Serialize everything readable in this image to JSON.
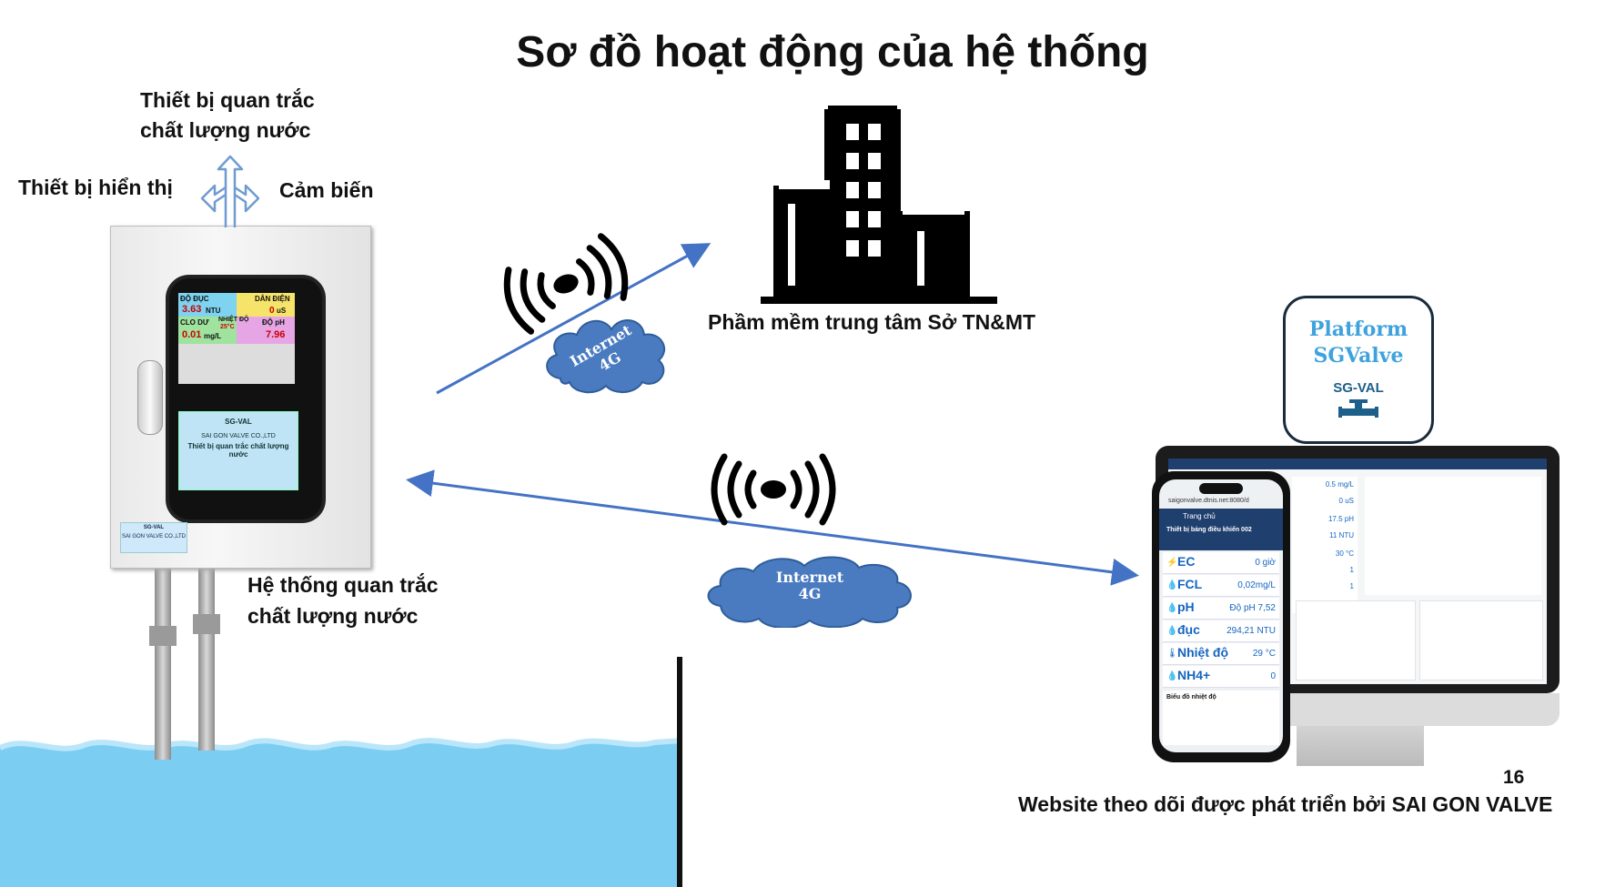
{
  "title": "Sơ đồ hoạt động của hệ thống",
  "labels": {
    "monitoring_device_line1": "Thiết bị quan trắc",
    "monitoring_device_line2": "chất lượng nước",
    "display_device": "Thiết bị hiển thị",
    "sensor": "Cảm biến",
    "system_line1": "Hệ thống quan trắc",
    "system_line2": "chất lượng nước",
    "central_software": "Phầm mềm trung tâm Sở TN&MT",
    "website": "Website theo dõi được phát triển bởi SAI GON VALVE"
  },
  "cloud_top": {
    "line1": "Internet",
    "line2": "4G"
  },
  "cloud_bottom": {
    "line1": "Internet",
    "line2": "4G"
  },
  "platform": {
    "line1": "Platform",
    "line2": "SGValve",
    "logo_text": "SG-VAL"
  },
  "device_screen": {
    "turbidity_label": "ĐỘ ĐỤC",
    "turbidity_value": "3.63",
    "turbidity_unit": "NTU",
    "conductivity_label": "DẪN ĐIỆN",
    "conductivity_value": "0",
    "conductivity_unit": "uS",
    "chlorine_label": "CLO DƯ",
    "chlorine_value": "0.01",
    "chlorine_unit": "mg/L",
    "ph_label": "ĐỘ pH",
    "ph_value": "7.96",
    "temp_label": "NHIỆT ĐỘ",
    "temp_value": "25°C"
  },
  "device_plate": {
    "brand": "SG-VAL",
    "company": "SAI GON VALVE CO.,LTD",
    "product": "Thiết bị quan trắc chất lượng nước"
  },
  "sticker": {
    "brand": "SG-VAL",
    "company": "SAI GON VALVE CO.,LTD"
  },
  "phone": {
    "url": "saigonvalve.dtnis.net:8080/d",
    "nav": "Trang chủ",
    "panel_title": "Thiết bị bảng điều khiển 002",
    "rows": [
      {
        "name": "EC",
        "value": "0 giờ",
        "icon": "bolt-icon"
      },
      {
        "name": "FCL",
        "value": "0,02mg/L",
        "icon": "drop-icon"
      },
      {
        "name": "pH",
        "value": "Độ pH 7,52",
        "icon": "drop-icon"
      },
      {
        "name": "đục",
        "value": "294,21 NTU",
        "icon": "drop-icon"
      },
      {
        "name": "Nhiệt độ",
        "value": "29 °C",
        "icon": "thermometer-icon"
      },
      {
        "name": "NH4+",
        "value": "0",
        "icon": "drop-icon"
      }
    ],
    "chart_title": "Biểu đồ nhiệt độ"
  },
  "monitor": {
    "values": [
      "0.5 mg/L",
      "0 uS",
      "17.5 pH",
      "11 NTU",
      "30 °C",
      "1",
      "1"
    ]
  },
  "page_number": "16",
  "colors": {
    "arrow": "#4472c4",
    "cloud": "#4a7bc0",
    "water": "#7ccdf2",
    "platform_text": "#3fa2dd"
  }
}
